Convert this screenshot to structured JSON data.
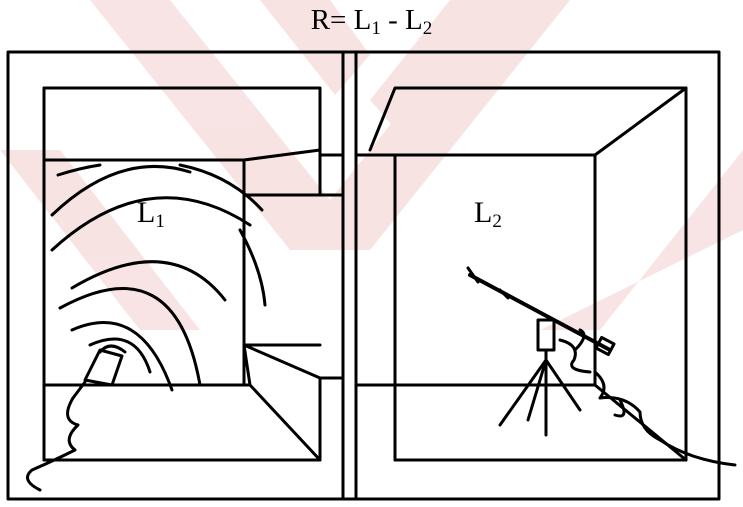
{
  "formula": {
    "lhs": "R= L",
    "sub1": "1",
    "mid": " - L",
    "sub2": "2"
  },
  "rooms": [
    {
      "label": "L",
      "sub": "1"
    },
    {
      "label": "L",
      "sub": "2"
    }
  ],
  "colors": {
    "line": "#000000",
    "watermark": "#f7dfdf",
    "background": "#ffffff"
  },
  "icons": [
    "loudspeaker-icon",
    "microphone-on-tripod-icon"
  ]
}
